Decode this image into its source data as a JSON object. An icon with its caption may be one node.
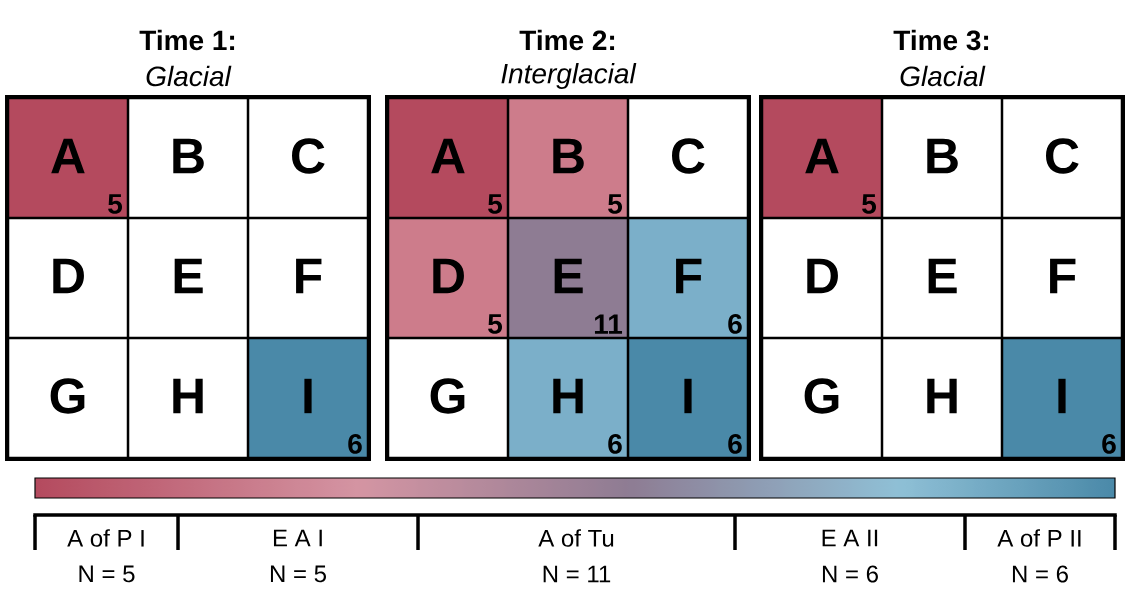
{
  "diagram": {
    "nodes": [
      {
        "text": [
          "Time 1:",
          "Glacial"
        ]
      },
      {
        "text": [
          "A",
          "5"
        ],
        "in": 0
      },
      {
        "text": [
          "B"
        ],
        "in": 0
      },
      {
        "text": [
          "C"
        ],
        "in": 0
      },
      {
        "text": [
          "D"
        ],
        "in": 0
      },
      {
        "text": [
          "E"
        ],
        "in": 0
      },
      {
        "text": [
          "F"
        ],
        "in": 0
      },
      {
        "text": [
          "G"
        ],
        "in": 0
      },
      {
        "text": [
          "H"
        ],
        "in": 0
      },
      {
        "text": [
          "I",
          "6"
        ],
        "in": 0
      },
      {
        "text": [
          "Time 2:",
          "Interglacial"
        ]
      },
      {
        "text": [
          "A",
          "5"
        ],
        "in": 10
      },
      {
        "text": [
          "B",
          "5"
        ],
        "in": 10
      },
      {
        "text": [
          "C"
        ],
        "in": 10
      },
      {
        "text": [
          "D",
          "5"
        ],
        "in": 10
      },
      {
        "text": [
          "E",
          "11"
        ],
        "in": 10
      },
      {
        "text": [
          "F",
          "6"
        ],
        "in": 10
      },
      {
        "text": [
          "G"
        ],
        "in": 10
      },
      {
        "text": [
          "H",
          "6"
        ],
        "in": 10
      },
      {
        "text": [
          "I",
          "6"
        ],
        "in": 10
      },
      {
        "text": [
          "Time 3:",
          "Glacial"
        ]
      },
      {
        "text": [
          "A",
          "5"
        ],
        "in": 20
      },
      {
        "text": [
          "B"
        ],
        "in": 20
      },
      {
        "text": [
          "C"
        ],
        "in": 20
      },
      {
        "text": [
          "D"
        ],
        "in": 20
      },
      {
        "text": [
          "E"
        ],
        "in": 20
      },
      {
        "text": [
          "F"
        ],
        "in": 20
      },
      {
        "text": [
          "G"
        ],
        "in": 20
      },
      {
        "text": [
          "H"
        ],
        "in": 20
      },
      {
        "text": [
          "I",
          "6"
        ],
        "in": 20
      },
      {
        "text": [],
        "shape": "bar"
      }
    ],
    "labels": [
      "A of P I",
      "N = 5",
      "E A I",
      "N = 5",
      "A of Tu",
      "N = 11",
      "E A II",
      "N = 6",
      "A of P II",
      "N = 6"
    ]
  }
}
